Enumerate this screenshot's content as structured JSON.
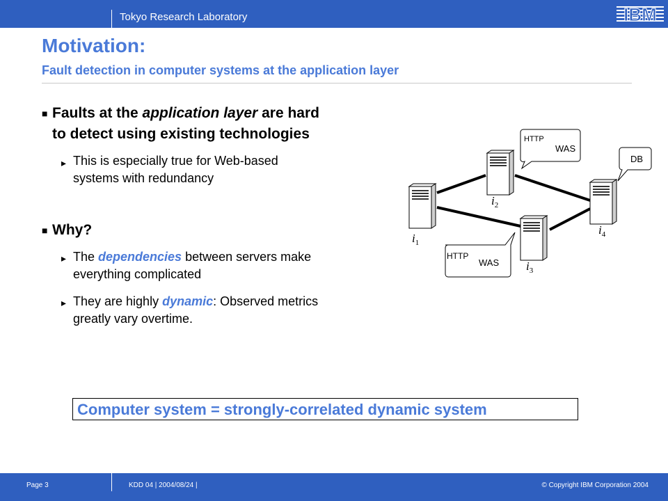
{
  "header": {
    "lab": "Tokyo Research Laboratory",
    "logo": "IBM"
  },
  "slide": {
    "title": "Motivation:",
    "subtitle": "Fault detection in computer systems at the application layer"
  },
  "bullets": {
    "b1": {
      "pre": "Faults at the ",
      "em": "application layer",
      "post": " are hard",
      "line2": "to detect using existing technologies"
    },
    "b1_sub1": {
      "line1": "This is especially true for Web-based",
      "line2": "systems with redundancy"
    },
    "b2": {
      "text": "Why?"
    },
    "b2_sub1": {
      "pre": "The ",
      "kw": "dependencies",
      "post": " between servers make",
      "line2": "everything complicated"
    },
    "b2_sub2": {
      "pre": "They are highly ",
      "kw": "dynamic",
      "post": ": Observed metrics",
      "line2": "greatly vary overtime."
    }
  },
  "diagram": {
    "nodes": [
      {
        "label": "i",
        "sub": "1"
      },
      {
        "label": "i",
        "sub": "2"
      },
      {
        "label": "i",
        "sub": "3"
      },
      {
        "label": "i",
        "sub": "4"
      }
    ],
    "callouts": {
      "top_http": "HTTP",
      "top_was": "WAS",
      "db": "DB",
      "bottom_http": "HTTP",
      "bottom_was": "WAS"
    }
  },
  "callout": "Computer system = strongly-correlated dynamic system",
  "footer": {
    "page": "Page 3",
    "conference": "KDD 04 | 2004/08/24 |",
    "copyright": "© Copyright IBM Corporation 2004"
  },
  "colors": {
    "accent": "#4a7ad8",
    "bar": "#2f5fbf"
  },
  "icons": {
    "bullet": "square-bullet-icon",
    "sub_bullet": "triangle-arrow-icon",
    "server": "server-icon"
  }
}
